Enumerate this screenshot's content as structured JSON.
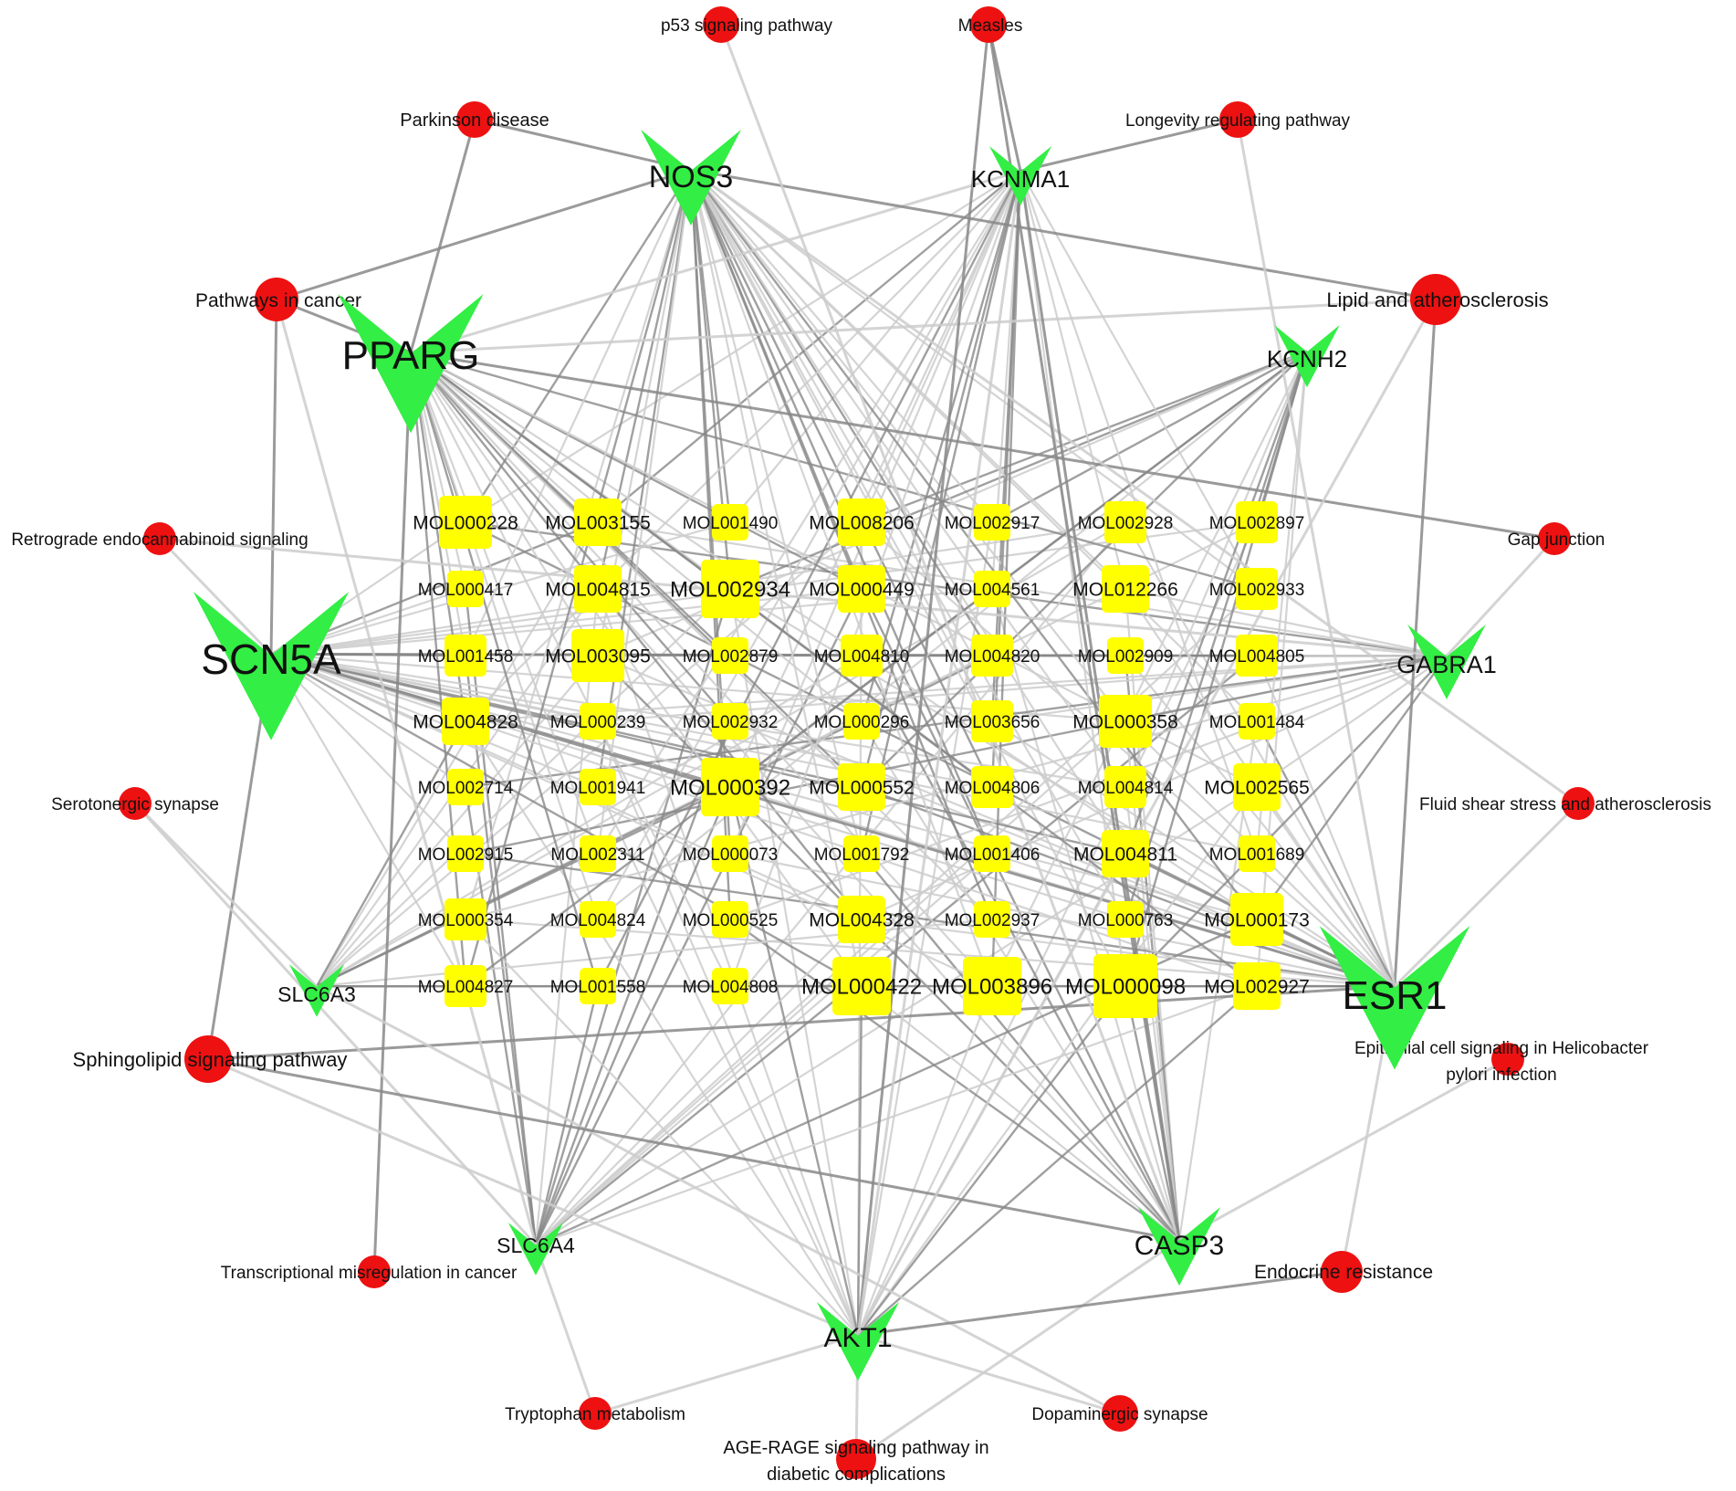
{
  "colors": {
    "pathway": "#ee1111",
    "target": "#33ee44",
    "compound": "#ffff00",
    "edge_dark": "#888888",
    "edge_light": "#cccccc"
  },
  "pathways": [
    {
      "id": "p53",
      "label": "p53 signaling pathway"
    },
    {
      "id": "measles",
      "label": "Measles"
    },
    {
      "id": "parkinson",
      "label": "Parkinson disease"
    },
    {
      "id": "longevity",
      "label": "Longevity regulating pathway"
    },
    {
      "id": "cancer",
      "label": "Pathways in cancer"
    },
    {
      "id": "lipid",
      "label": "Lipid and atherosclerosis"
    },
    {
      "id": "retrograde",
      "label": "Retrograde endocannabinoid signaling"
    },
    {
      "id": "gap",
      "label": "Gap junction"
    },
    {
      "id": "serotonergic",
      "label": "Serotonergic synapse"
    },
    {
      "id": "fluid",
      "label": "Fluid shear stress and atherosclerosis"
    },
    {
      "id": "sphingolipid",
      "label": "Sphingolipid signaling pathway"
    },
    {
      "id": "epithelial",
      "label": "Epithelial cell signaling in Helicobacter pylori infection",
      "lines": [
        "Epithelial cell signaling in Helicobacter",
        "pylori infection"
      ]
    },
    {
      "id": "transcriptional",
      "label": "Transcriptional misregulation in cancer"
    },
    {
      "id": "endocrine",
      "label": "Endocrine resistance"
    },
    {
      "id": "tryptophan",
      "label": "Tryptophan metabolism"
    },
    {
      "id": "dopaminergic",
      "label": "Dopaminergic synapse"
    },
    {
      "id": "age",
      "label": "AGE-RAGE signaling pathway in diabetic complications",
      "lines": [
        "AGE-RAGE signaling pathway in",
        "diabetic complications"
      ]
    }
  ],
  "targets": [
    {
      "id": "NOS3",
      "label": "NOS3"
    },
    {
      "id": "KCNMA1",
      "label": "KCNMA1"
    },
    {
      "id": "PPARG",
      "label": "PPARG"
    },
    {
      "id": "KCNH2",
      "label": "KCNH2"
    },
    {
      "id": "SCN5A",
      "label": "SCN5A"
    },
    {
      "id": "GABRA1",
      "label": "GABRA1"
    },
    {
      "id": "ESR1",
      "label": "ESR1"
    },
    {
      "id": "SLC6A3",
      "label": "SLC6A3"
    },
    {
      "id": "SLC6A4",
      "label": "SLC6A4"
    },
    {
      "id": "CASP3",
      "label": "CASP3"
    },
    {
      "id": "AKT1",
      "label": "AKT1"
    }
  ],
  "compounds": [
    [
      "MOL000228",
      "MOL003155",
      "MOL001490",
      "MOL008206",
      "MOL002917",
      "MOL002928",
      "MOL002897"
    ],
    [
      "MOL000417",
      "MOL004815",
      "MOL002934",
      "MOL000449",
      "MOL004561",
      "MOL012266",
      "MOL002933"
    ],
    [
      "MOL001458",
      "MOL003095",
      "MOL002879",
      "MOL004810",
      "MOL004820",
      "MOL002909",
      "MOL004805"
    ],
    [
      "MOL004828",
      "MOL000239",
      "MOL002932",
      "MOL000296",
      "MOL003656",
      "MOL000358",
      "MOL001484"
    ],
    [
      "MOL002714",
      "MOL001941",
      "MOL000392",
      "MOL000552",
      "MOL004806",
      "MOL004814",
      "MOL002565"
    ],
    [
      "MOL002915",
      "MOL002311",
      "MOL000073",
      "MOL001792",
      "MOL001406",
      "MOL004811",
      "MOL001689"
    ],
    [
      "MOL000354",
      "MOL004824",
      "MOL000525",
      "MOL004328",
      "MOL002937",
      "MOL000763",
      "MOL000173"
    ],
    [
      "MOL004827",
      "MOL001558",
      "MOL004808",
      "MOL000422",
      "MOL003896",
      "MOL000098",
      "MOL002927"
    ]
  ],
  "compound_degree": [
    [
      4,
      3,
      1,
      3,
      1,
      2,
      2
    ],
    [
      1,
      3,
      5,
      3,
      1,
      3,
      2
    ],
    [
      2,
      4,
      1,
      2,
      2,
      1,
      2
    ],
    [
      3,
      1,
      1,
      1,
      2,
      4,
      1
    ],
    [
      1,
      1,
      5,
      3,
      2,
      2,
      3
    ],
    [
      1,
      1,
      1,
      1,
      1,
      3,
      1
    ],
    [
      2,
      1,
      1,
      3,
      1,
      1,
      4
    ],
    [
      2,
      1,
      1,
      5,
      5,
      6,
      3
    ]
  ],
  "target_pathway_edges": [
    [
      "PPARG",
      "parkinson"
    ],
    [
      "PPARG",
      "cancer"
    ],
    [
      "PPARG",
      "lipid"
    ],
    [
      "PPARG",
      "KCNMA1"
    ],
    [
      "PPARG",
      "transcriptional"
    ],
    [
      "PPARG",
      "gap"
    ],
    [
      "NOS3",
      "cancer"
    ],
    [
      "NOS3",
      "lipid"
    ],
    [
      "NOS3",
      "fluid"
    ],
    [
      "NOS3",
      "parkinson"
    ],
    [
      "KCNMA1",
      "measles"
    ],
    [
      "KCNMA1",
      "longevity"
    ],
    [
      "KCNMA1",
      "CASP3"
    ],
    [
      "SCN5A",
      "cancer"
    ],
    [
      "SCN5A",
      "sphingolipid"
    ],
    [
      "SCN5A",
      "retrograde"
    ],
    [
      "SCN5A",
      "ESR1"
    ],
    [
      "ESR1",
      "lipid"
    ],
    [
      "ESR1",
      "endocrine"
    ],
    [
      "ESR1",
      "sphingolipid"
    ],
    [
      "ESR1",
      "fluid"
    ],
    [
      "ESR1",
      "longevity"
    ],
    [
      "GABRA1",
      "gap"
    ],
    [
      "GABRA1",
      "retrograde"
    ],
    [
      "SLC6A3",
      "serotonergic"
    ],
    [
      "SLC6A3",
      "dopaminergic"
    ],
    [
      "SLC6A4",
      "serotonergic"
    ],
    [
      "SLC6A4",
      "cancer"
    ],
    [
      "SLC6A4",
      "tryptophan"
    ],
    [
      "CASP3",
      "p53"
    ],
    [
      "CASP3",
      "measles"
    ],
    [
      "CASP3",
      "epithelial"
    ],
    [
      "CASP3",
      "age"
    ],
    [
      "CASP3",
      "sphingolipid"
    ],
    [
      "AKT1",
      "sphingolipid"
    ],
    [
      "AKT1",
      "tryptophan"
    ],
    [
      "AKT1",
      "dopaminergic"
    ],
    [
      "AKT1",
      "age"
    ],
    [
      "AKT1",
      "endocrine"
    ],
    [
      "AKT1",
      "lipid"
    ],
    [
      "AKT1",
      "measles"
    ],
    [
      "AKT1",
      "KCNMA1"
    ]
  ]
}
